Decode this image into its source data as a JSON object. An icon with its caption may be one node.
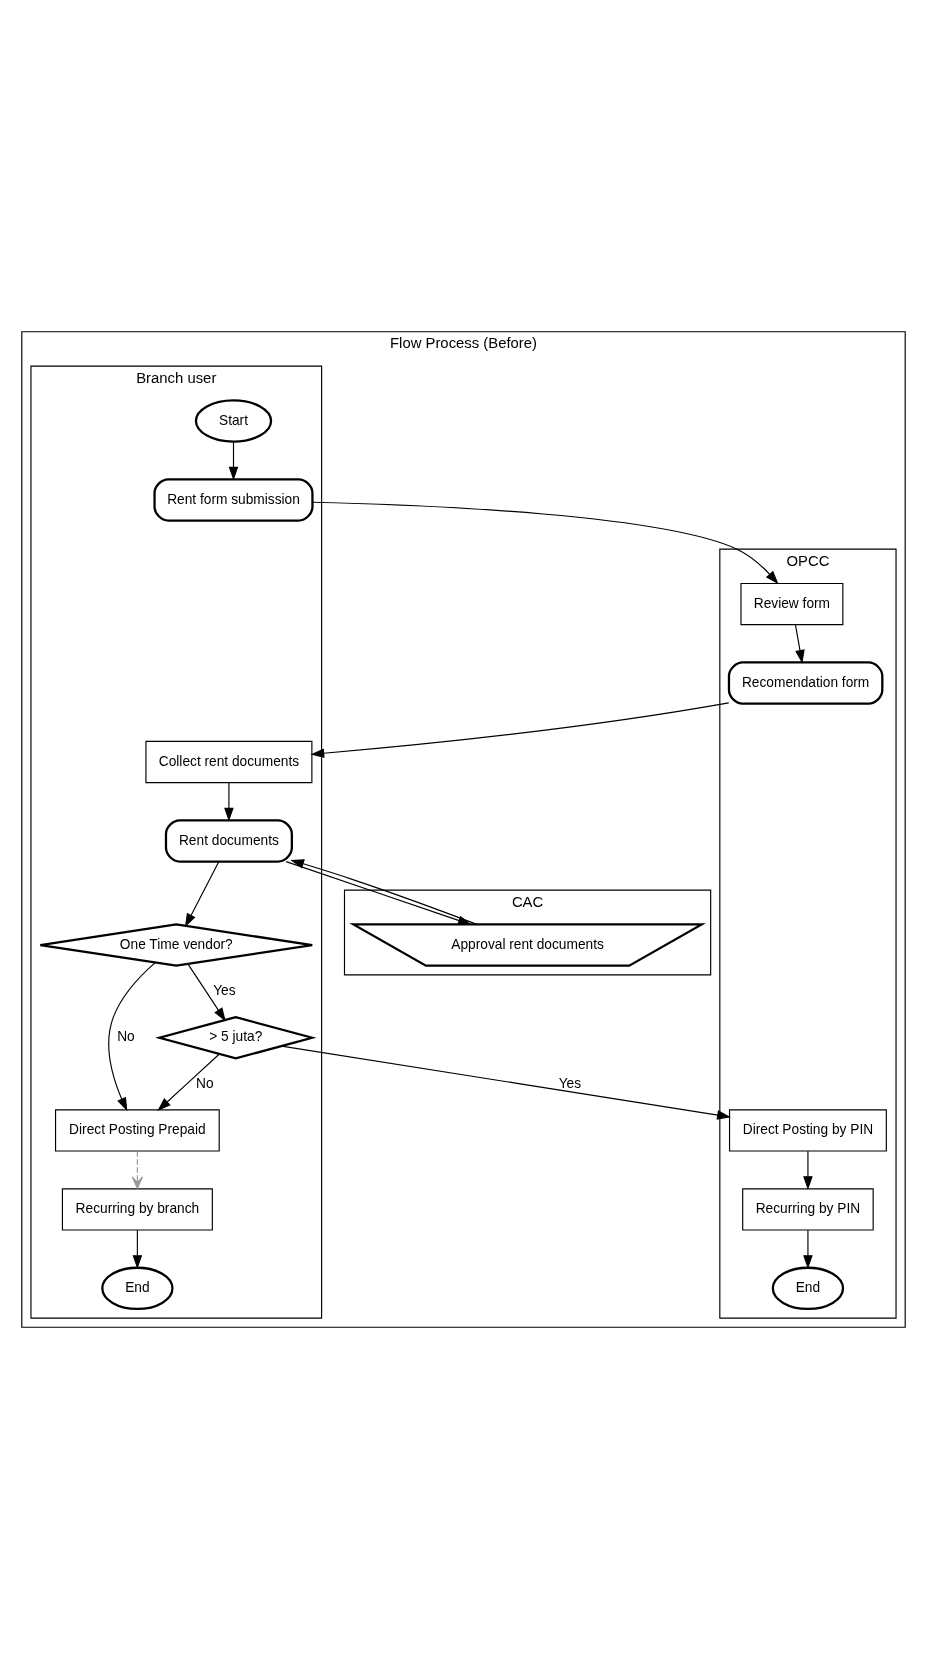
{
  "diagram": {
    "nodes": [
      {
        "text": [
          "Flow Process (Before)"
        ]
      },
      {
        "text": [
          "Branch user"
        ],
        "in": 0
      },
      {
        "text": [
          "OPCC"
        ],
        "in": 0
      },
      {
        "text": [
          "CAC"
        ],
        "in": 0
      },
      {
        "text": [
          "Start"
        ],
        "in": 1
      },
      {
        "text": [
          "Rent form submission"
        ],
        "in": 1
      },
      {
        "text": [
          "Review form"
        ],
        "in": 2
      },
      {
        "text": [
          "Recomendation form"
        ],
        "in": 2
      },
      {
        "text": [
          "Collect rent documents"
        ],
        "in": 1
      },
      {
        "text": [
          "Rent documents"
        ],
        "in": 1
      },
      {
        "text": [
          "Approval rent documents"
        ],
        "in": 3
      },
      {
        "text": [
          "One Time vendor?"
        ],
        "in": 1
      },
      {
        "text": [
          "> 5 juta?"
        ],
        "in": 1
      },
      {
        "text": [
          "Direct Posting by PIN"
        ],
        "in": 2
      },
      {
        "text": [
          "Direct Posting Prepaid"
        ],
        "in": 1
      },
      {
        "text": [
          "Recurring by PIN"
        ],
        "in": 2
      },
      {
        "text": [
          "Recurring by branch"
        ],
        "in": 1
      },
      {
        "text": [
          "End"
        ],
        "in": 2
      },
      {
        "text": [
          "End"
        ],
        "in": 1
      }
    ],
    "edges": [
      {
        "from": 4,
        "to": 5,
        "arrow": "to"
      },
      {
        "from": 5,
        "to": 6,
        "arrow": "to"
      },
      {
        "from": 6,
        "to": 7,
        "arrow": "to"
      },
      {
        "from": 7,
        "to": 8,
        "arrow": "to"
      },
      {
        "from": 8,
        "to": 9,
        "arrow": "to"
      },
      {
        "from": 9,
        "to": 10,
        "arrow": "to"
      },
      {
        "from": 10,
        "to": 9,
        "arrow": "to"
      },
      {
        "from": 9,
        "to": 11,
        "arrow": "to"
      },
      {
        "from": 11,
        "to": 12,
        "arrow": "to",
        "label": "Yes"
      },
      {
        "from": 11,
        "to": 14,
        "arrow": "to",
        "label": "No"
      },
      {
        "from": 12,
        "to": 13,
        "arrow": "to",
        "label": "Yes"
      },
      {
        "from": 12,
        "to": 14,
        "arrow": "to",
        "label": "No"
      },
      {
        "from": 13,
        "to": 15,
        "arrow": "to"
      },
      {
        "from": 14,
        "to": 16,
        "arrow": "to",
        "style": "dashed",
        "color": "#999999"
      },
      {
        "from": 15,
        "to": 17,
        "arrow": "to"
      },
      {
        "from": 16,
        "to": 18,
        "arrow": "to"
      }
    ]
  }
}
